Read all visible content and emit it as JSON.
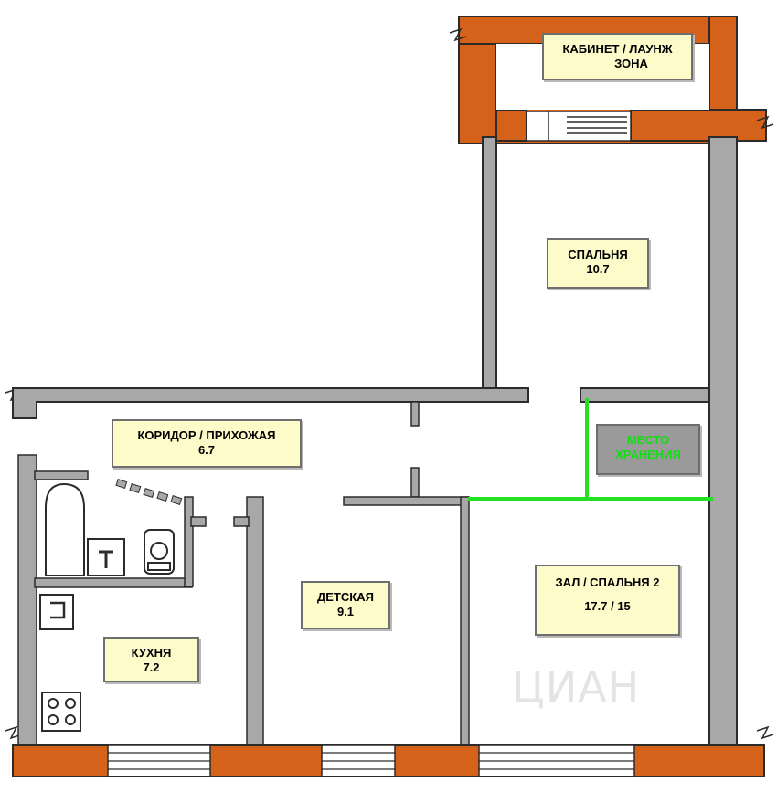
{
  "rooms": {
    "cabinet": {
      "title": "КАБИНЕТ / ЛАУНЖ",
      "title_line2": "ЗОНА"
    },
    "bedroom": {
      "title": "СПАЛЬНЯ",
      "area": "10.7"
    },
    "corridor": {
      "title": "КОРИДОР / ПРИХОЖАЯ",
      "area": "6.7"
    },
    "storage": {
      "title": "МЕСТО",
      "title_line2": "ХРАНЕНИЯ"
    },
    "kids": {
      "title": "ДЕТСКАЯ",
      "area": "9.1"
    },
    "hall": {
      "title": "ЗАЛ / СПАЛЬНЯ 2",
      "area": "17.7 / 15"
    },
    "kitchen": {
      "title": "КУХНЯ",
      "area": "7.2"
    }
  },
  "watermark": "ЦИАН",
  "colors": {
    "exterior_wall": "#d4621a",
    "interior_wall": "#a8a8a8",
    "wall_outline": "#2b2b2b",
    "label_bg": "#fdfbc9",
    "storage_line": "#22e022"
  }
}
